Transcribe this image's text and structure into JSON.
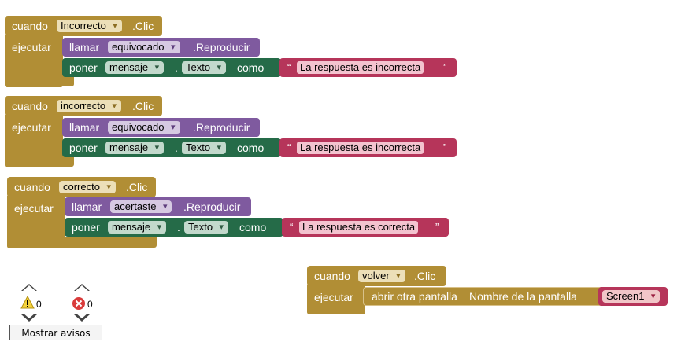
{
  "labels": {
    "when": "cuando",
    "click": ".Clic",
    "do": "ejecutar",
    "call": "llamar",
    "play": ".Reproducir",
    "set": "poner",
    "dot": ".",
    "to": "como",
    "open_screen": "abrir otra pantalla",
    "screen_name": "Nombre de la pantalla",
    "quote_open": "“",
    "quote_close": "”"
  },
  "blocks": [
    {
      "component": "Incorrecto",
      "sound": "equivocado",
      "target": "mensaje",
      "property": "Texto",
      "text": "La respuesta es incorrecta"
    },
    {
      "component": "incorrecto",
      "sound": "equivocado",
      "target": "mensaje",
      "property": "Texto",
      "text": "La respuesta es incorrecta"
    },
    {
      "component": "correcto",
      "sound": "acertaste",
      "target": "mensaje",
      "property": "Texto",
      "text": "La respuesta es correcta"
    }
  ],
  "volver": {
    "component": "volver",
    "screen": "Screen1"
  },
  "warnings": {
    "warning_count": "0",
    "error_count": "0",
    "button_label": "Mostrar avisos"
  },
  "colors": {
    "control": "#b18e35",
    "procedure": "#7f5a9f",
    "component": "#256b48",
    "text": "#b6355a"
  }
}
